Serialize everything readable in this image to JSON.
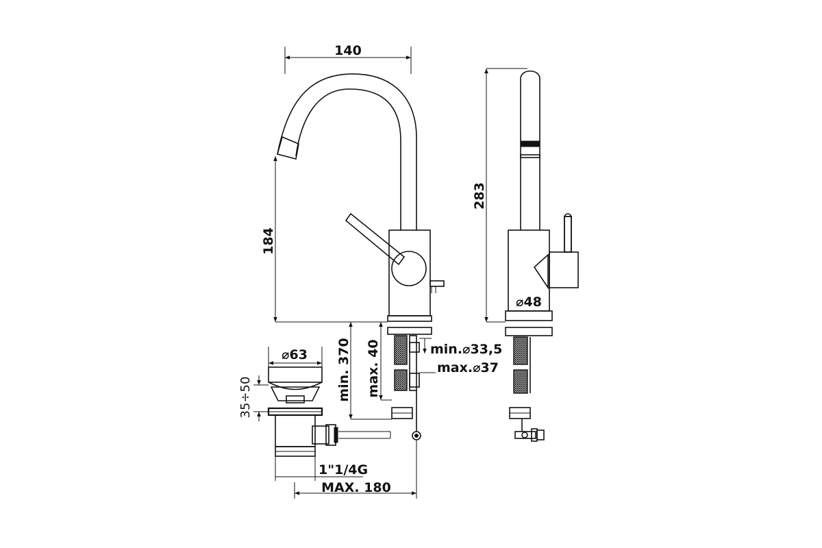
{
  "dimensions": {
    "width_140": "140",
    "height_184": "184",
    "height_283": "283",
    "min_370": "min. 370",
    "max_40": "max. 40",
    "min_d33": "min.⌀33,5",
    "max_d37": "max.⌀37",
    "d48": "⌀48",
    "d63": "⌀63",
    "range_35_50": "35÷50",
    "thread": "1\"1/4G",
    "max_180": "MAX. 180"
  }
}
